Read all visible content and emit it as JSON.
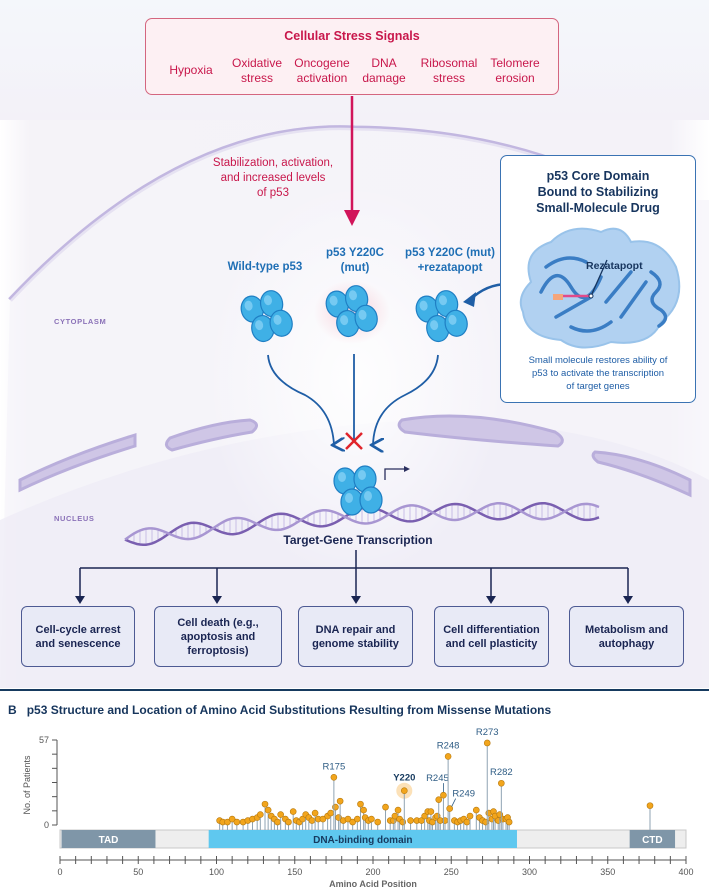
{
  "panel_a": {
    "stress_box": {
      "title": "Cellular Stress Signals",
      "items": [
        {
          "line1": "Hypoxia",
          "line2": ""
        },
        {
          "line1": "Oxidative",
          "line2": "stress"
        },
        {
          "line1": "Oncogene",
          "line2": "activation"
        },
        {
          "line1": "DNA",
          "line2": "damage"
        },
        {
          "line1": "Ribosomal",
          "line2": "stress"
        },
        {
          "line1": "Telomere",
          "line2": "erosion"
        }
      ]
    },
    "stabilization_text": {
      "line1": "Stabilization, activation,",
      "line2": "and increased levels",
      "line3": "of p53"
    },
    "p53_forms": [
      {
        "line1": "Wild-type p53",
        "line2": ""
      },
      {
        "line1": "p53 Y220C",
        "line2": "(mut)"
      },
      {
        "line1": "p53 Y220C (mut)",
        "line2": "+rezatapopt"
      }
    ],
    "regions": {
      "cytoplasm": "CYTOPLASM",
      "nucleus": "NUCLEUS"
    },
    "core_domain_box": {
      "title_line1": "p53 Core Domain",
      "title_line2": "Bound to Stabilizing",
      "title_line3": "Small-Molecule Drug",
      "drug_label": "Rezatapopt",
      "caption_line1": "Small molecule restores ability of",
      "caption_line2": "p53 to activate the transcription",
      "caption_line3": "of target genes"
    },
    "target_gene_label": "Target-Gene Transcription",
    "outcomes": [
      {
        "lines": [
          "Cell-cycle arrest",
          "and senescence"
        ]
      },
      {
        "lines": [
          "Cell death (e.g.,",
          "apoptosis and",
          "ferroptosis)"
        ]
      },
      {
        "lines": [
          "DNA repair and",
          "genome stability"
        ]
      },
      {
        "lines": [
          "Cell differentiation",
          "and cell plasticity"
        ]
      },
      {
        "lines": [
          "Metabolism and",
          "autophagy"
        ]
      }
    ],
    "colors": {
      "stress": "#c8174b",
      "p53_protein": "#3fb0e6",
      "p53_label": "#1f6fb5",
      "membrane": "#b9aedb",
      "dna": "#7a5fb0",
      "block_x": "#e0242b",
      "outcome_border": "#4d5a93"
    }
  },
  "panel_b": {
    "letter": "B",
    "title": "p53 Structure and Location of Amino Acid Substitutions Resulting from Missense Mutations"
  },
  "chart_data": {
    "type": "lollipop",
    "title": "p53 Structure and Location of Amino Acid Substitutions Resulting from Missense Mutations",
    "xlabel": "Amino Acid Position",
    "ylabel": "No. of Patients",
    "xlim": [
      0,
      400
    ],
    "ylim": [
      0,
      57
    ],
    "xticks_major": [
      0,
      50,
      100,
      150,
      200,
      250,
      300,
      350,
      400
    ],
    "xtick_minor_step": 10,
    "yticks_labeled": [
      0,
      57
    ],
    "ytick_step": 9.5,
    "domains": [
      {
        "name": "TAD",
        "start": 1,
        "end": 61,
        "color": "#7f96a8"
      },
      {
        "name": "DNA-binding domain",
        "start": 95,
        "end": 292,
        "color": "#5fc8ef"
      },
      {
        "name": "CTD",
        "start": 364,
        "end": 393,
        "color": "#7f96a8"
      }
    ],
    "protein_length": 400,
    "highlighted": [
      {
        "label": "R175",
        "position": 175,
        "patients": 32
      },
      {
        "label": "Y220",
        "position": 220,
        "patients": 23,
        "emphasis": true
      },
      {
        "label": "R245",
        "position": 245,
        "patients": 20
      },
      {
        "label": "R248",
        "position": 248,
        "patients": 46
      },
      {
        "label": "R249",
        "position": 249,
        "patients": 11
      },
      {
        "label": "R273",
        "position": 273,
        "patients": 55
      },
      {
        "label": "R282",
        "position": 282,
        "patients": 28
      },
      {
        "label": "",
        "position": 377,
        "patients": 13
      }
    ],
    "mutations": [
      {
        "position": 102,
        "patients": 3
      },
      {
        "position": 104,
        "patients": 2
      },
      {
        "position": 107,
        "patients": 2
      },
      {
        "position": 110,
        "patients": 4
      },
      {
        "position": 113,
        "patients": 2
      },
      {
        "position": 117,
        "patients": 2
      },
      {
        "position": 120,
        "patients": 3
      },
      {
        "position": 123,
        "patients": 4
      },
      {
        "position": 126,
        "patients": 5
      },
      {
        "position": 128,
        "patients": 7
      },
      {
        "position": 131,
        "patients": 14
      },
      {
        "position": 133,
        "patients": 10
      },
      {
        "position": 135,
        "patients": 6
      },
      {
        "position": 137,
        "patients": 4
      },
      {
        "position": 139,
        "patients": 2
      },
      {
        "position": 141,
        "patients": 7
      },
      {
        "position": 144,
        "patients": 4
      },
      {
        "position": 146,
        "patients": 2
      },
      {
        "position": 149,
        "patients": 9
      },
      {
        "position": 151,
        "patients": 3
      },
      {
        "position": 153,
        "patients": 2
      },
      {
        "position": 155,
        "patients": 4
      },
      {
        "position": 157,
        "patients": 7
      },
      {
        "position": 159,
        "patients": 5
      },
      {
        "position": 161,
        "patients": 3
      },
      {
        "position": 163,
        "patients": 8
      },
      {
        "position": 165,
        "patients": 4
      },
      {
        "position": 168,
        "patients": 4
      },
      {
        "position": 171,
        "patients": 6
      },
      {
        "position": 173,
        "patients": 8
      },
      {
        "position": 176,
        "patients": 12
      },
      {
        "position": 178,
        "patients": 5
      },
      {
        "position": 179,
        "patients": 16
      },
      {
        "position": 181,
        "patients": 3
      },
      {
        "position": 184,
        "patients": 4
      },
      {
        "position": 187,
        "patients": 2
      },
      {
        "position": 190,
        "patients": 4
      },
      {
        "position": 192,
        "patients": 14
      },
      {
        "position": 194,
        "patients": 10
      },
      {
        "position": 195,
        "patients": 5
      },
      {
        "position": 197,
        "patients": 3
      },
      {
        "position": 199,
        "patients": 4
      },
      {
        "position": 203,
        "patients": 2
      },
      {
        "position": 208,
        "patients": 12
      },
      {
        "position": 211,
        "patients": 3
      },
      {
        "position": 213,
        "patients": 3
      },
      {
        "position": 214,
        "patients": 6
      },
      {
        "position": 216,
        "patients": 10
      },
      {
        "position": 217,
        "patients": 4
      },
      {
        "position": 219,
        "patients": 2
      },
      {
        "position": 224,
        "patients": 3
      },
      {
        "position": 228,
        "patients": 3
      },
      {
        "position": 231,
        "patients": 3
      },
      {
        "position": 233,
        "patients": 6
      },
      {
        "position": 235,
        "patients": 9
      },
      {
        "position": 236,
        "patients": 3
      },
      {
        "position": 237,
        "patients": 9
      },
      {
        "position": 238,
        "patients": 2
      },
      {
        "position": 240,
        "patients": 5
      },
      {
        "position": 241,
        "patients": 6
      },
      {
        "position": 242,
        "patients": 17
      },
      {
        "position": 243,
        "patients": 3
      },
      {
        "position": 246,
        "patients": 3
      },
      {
        "position": 252,
        "patients": 3
      },
      {
        "position": 254,
        "patients": 2
      },
      {
        "position": 256,
        "patients": 3
      },
      {
        "position": 258,
        "patients": 4
      },
      {
        "position": 260,
        "patients": 2
      },
      {
        "position": 262,
        "patients": 6
      },
      {
        "position": 266,
        "patients": 10
      },
      {
        "position": 268,
        "patients": 5
      },
      {
        "position": 270,
        "patients": 3
      },
      {
        "position": 272,
        "patients": 2
      },
      {
        "position": 274,
        "patients": 8
      },
      {
        "position": 276,
        "patients": 4
      },
      {
        "position": 277,
        "patients": 9
      },
      {
        "position": 278,
        "patients": 6
      },
      {
        "position": 280,
        "patients": 3
      },
      {
        "position": 281,
        "patients": 7
      },
      {
        "position": 283,
        "patients": 4
      },
      {
        "position": 285,
        "patients": 4
      },
      {
        "position": 286,
        "patients": 5
      },
      {
        "position": 287,
        "patients": 2
      }
    ],
    "colors": {
      "lollipop_head": "#f2a51c",
      "lollipop_stem": "#8fa3b3",
      "y220_glow": "#fbd9a6"
    }
  }
}
